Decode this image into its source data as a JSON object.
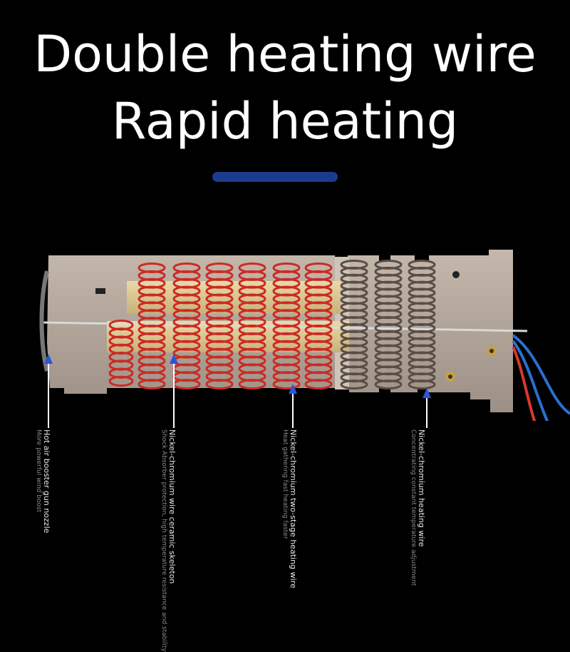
{
  "headline": {
    "line1": "Double heating wire",
    "line2": "Rapid heating"
  },
  "colors": {
    "background": "#000000",
    "accent_bar": "#1c3a8e",
    "arrow": "#2a56d8",
    "red_coil": "#cc2a24",
    "dark_coil": "#5a4d45",
    "board": "#b5a89c"
  },
  "callouts": [
    {
      "title": "Hot air booster gun nozzle",
      "desc": "More powerful wind boost"
    },
    {
      "title": "Nickel-chromium wire ceramic skeleton",
      "desc": "Shock Absorber protection, high temperature resistance and stability"
    },
    {
      "title": "Nickel-chromium two-stage heating wire",
      "desc": "Heat gathering fast heating faster"
    },
    {
      "title": "Nickel-chromium heating wire",
      "desc": "Concentrating constant temperature adjustment"
    }
  ]
}
